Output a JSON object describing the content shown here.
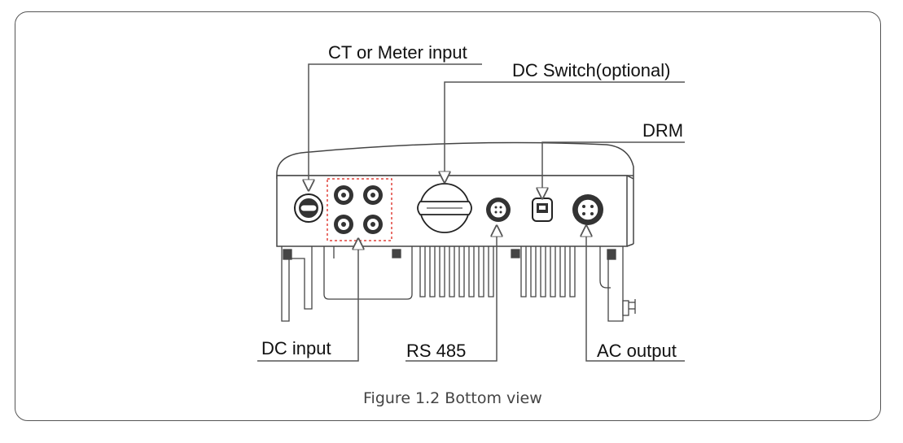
{
  "labels": {
    "ct_meter": "CT or Meter input",
    "dc_switch": "DC Switch(optional)",
    "drm": "DRM",
    "dc_input": "DC input",
    "rs485": "RS 485",
    "ac_output": "AC output"
  },
  "caption": "Figure 1.2 Bottom view",
  "colors": {
    "line": "#555555",
    "highlight": "#e0403a"
  }
}
